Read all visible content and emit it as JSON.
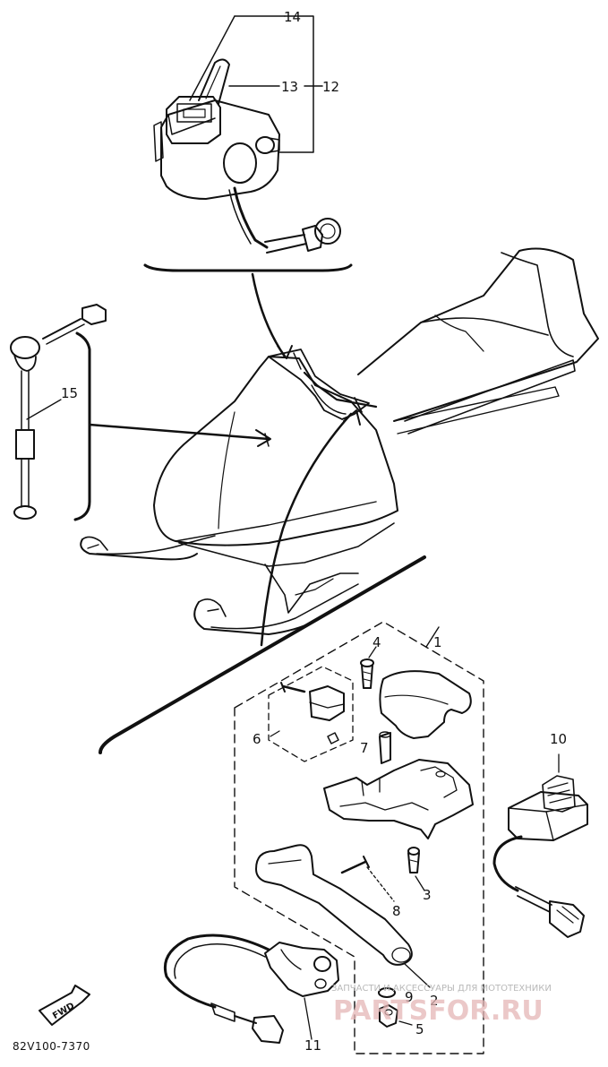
{
  "callouts": {
    "c1": "1",
    "c2": "2",
    "c3": "3",
    "c4": "4",
    "c5": "5",
    "c6": "6",
    "c7": "7",
    "c8": "8",
    "c9": "9",
    "c10": "10",
    "c11": "11",
    "c12": "12",
    "c13": "13",
    "c14": "14",
    "c15": "15"
  },
  "drawing_code": "82V100-7370",
  "direction_label": "FWD",
  "watermark": {
    "tagline": "ЗАПЧАСТИ И АКСЕССУАРЫ ДЛЯ МОТОТЕХНИКИ",
    "brand": "PARTSFOR.RU"
  },
  "colors": {
    "ink": "#111111",
    "background": "#ffffff",
    "watermark_red": "#e4b6b6",
    "watermark_grey": "#b9b9b9"
  }
}
